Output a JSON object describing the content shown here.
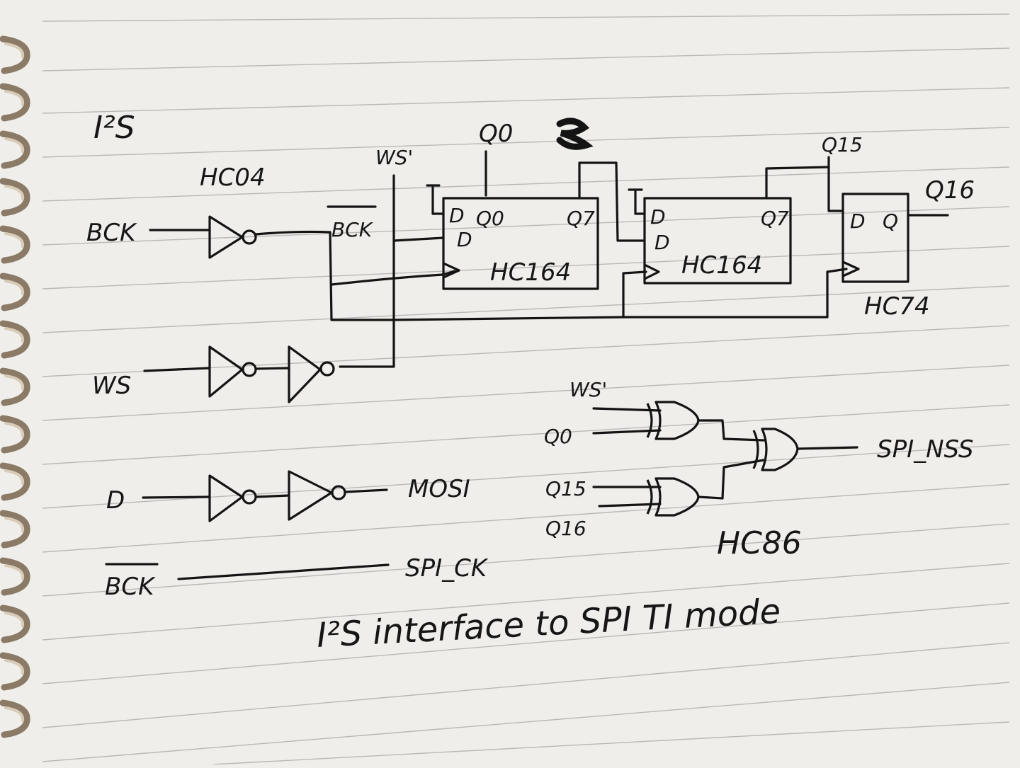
{
  "diagram": {
    "title": "I²S",
    "caption": "I²S interface to SPI TI mode",
    "chips": {
      "hc04": "HC04",
      "hc164_a": "HC164",
      "hc164_b": "HC164",
      "hc74": "HC74",
      "hc86": "HC86"
    },
    "signals": {
      "bck_in": "BCK",
      "bck_bar": "BCK",
      "ws_in": "WS",
      "ws_prime": "WS'",
      "q0_top": "Q0",
      "q15_top": "Q15",
      "q16_out": "Q16",
      "d_in": "D",
      "mosi": "MOSI",
      "bck_bar_2": "BCK",
      "spi_ck": "SPI_CK",
      "ws_prime_2": "WS'",
      "q0_xor": "Q0",
      "q15_xor": "Q15",
      "q16_xor": "Q16",
      "spi_nss": "SPI_NSS"
    },
    "pins": {
      "d1": "D",
      "d2": "D",
      "q0_pin": "Q0",
      "q7_pin_a": "Q7",
      "d3": "D",
      "d4": "D",
      "q7_pin_b": "Q7",
      "d_ff": "D",
      "q_ff": "Q"
    }
  }
}
